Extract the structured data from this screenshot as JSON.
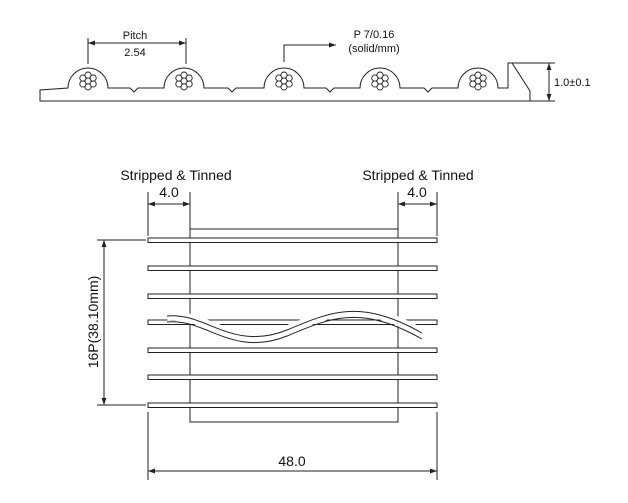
{
  "cross_section": {
    "pitch_label": "Pitch",
    "pitch_value": "2.54",
    "conductor_spec": "P 7/0.16",
    "conductor_note": "(solid/mm)",
    "thickness": "1.0±0.1"
  },
  "plan_view": {
    "left_strip_label": "Stripped & Tinned",
    "left_strip_value": "4.0",
    "right_strip_label": "Stripped & Tinned",
    "right_strip_value": "4.0",
    "pitch_span": "16P(38.10mm)",
    "overall_length": "48.0"
  },
  "colors": {
    "line": "#222222",
    "background": "#ffffff"
  }
}
